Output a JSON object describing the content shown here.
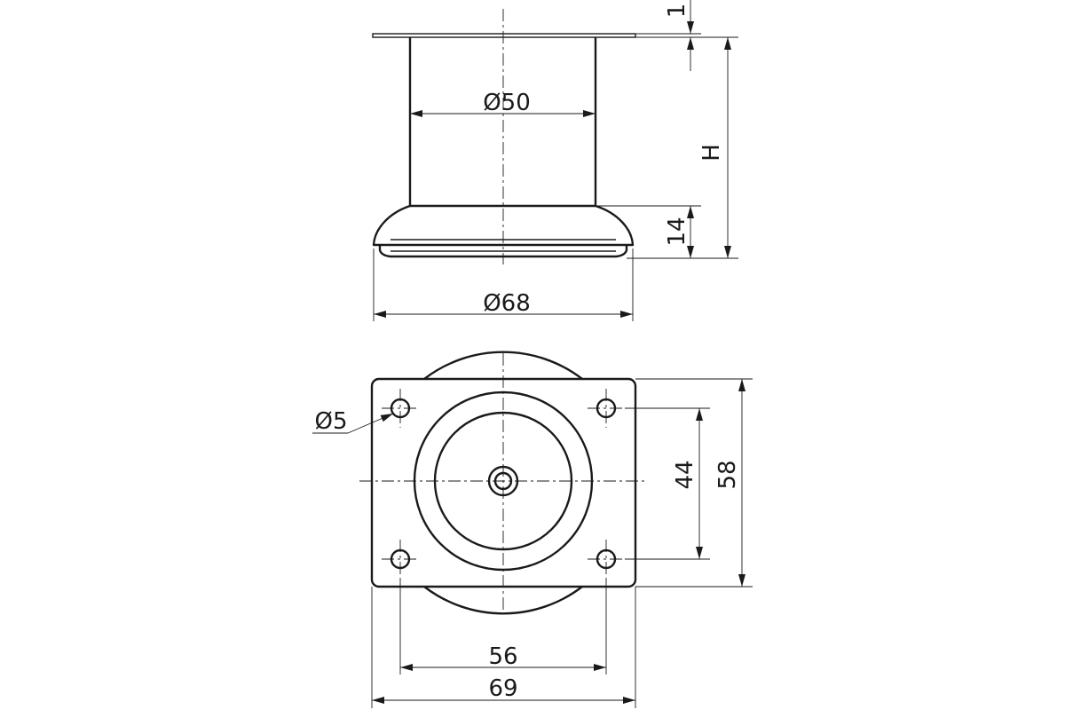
{
  "side_view": {
    "plate_thickness": "1",
    "tube_diameter": "Ø50",
    "height": "H",
    "base_height": "14",
    "base_diameter": "Ø68"
  },
  "top_view": {
    "hole_diameter": "Ø5",
    "hole_spacing_vertical": "44",
    "plate_height": "58",
    "hole_spacing_horizontal": "56",
    "plate_width": "69"
  }
}
